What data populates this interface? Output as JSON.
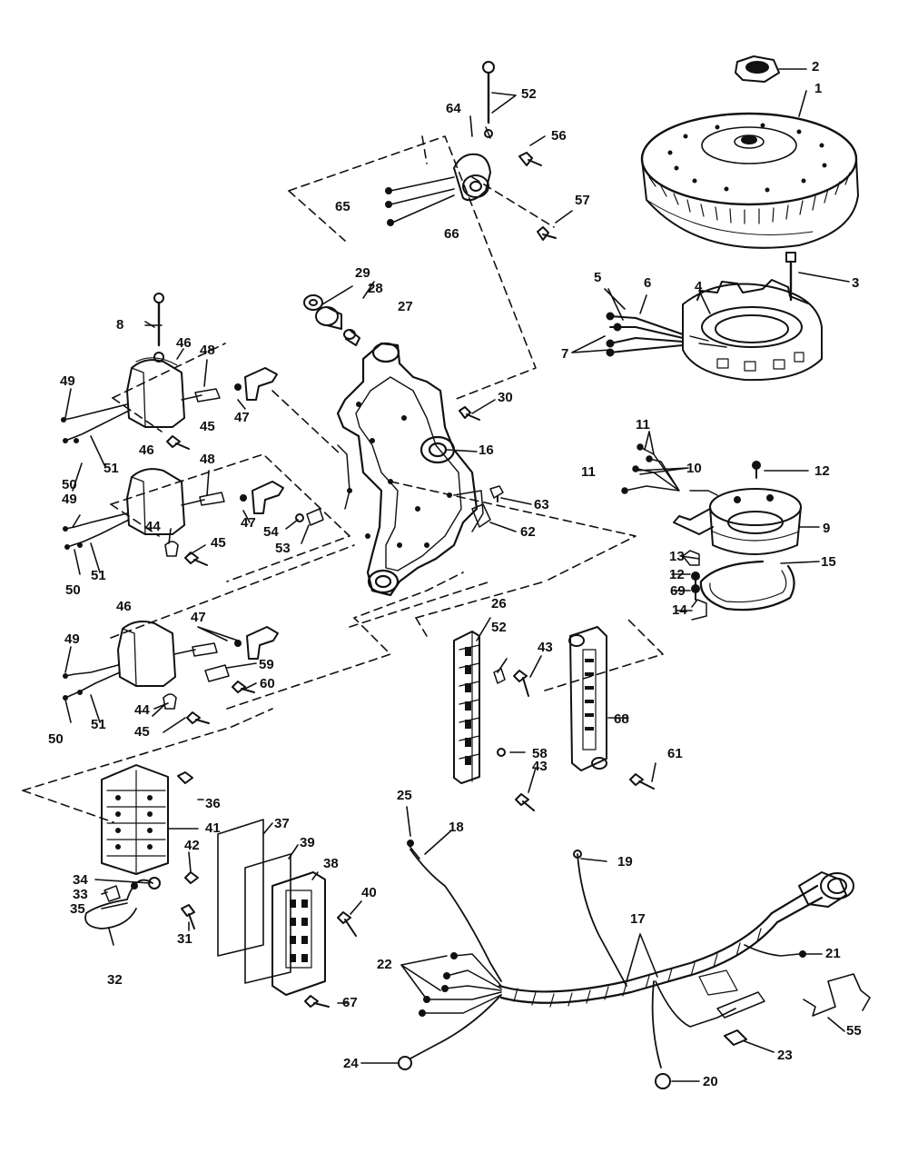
{
  "diagram": {
    "callouts": [
      "2",
      "1",
      "52",
      "56",
      "64",
      "65",
      "66",
      "57",
      "3",
      "5",
      "6",
      "4",
      "7",
      "29",
      "28",
      "27",
      "8",
      "46",
      "48",
      "49",
      "47",
      "45",
      "30",
      "16",
      "11",
      "10",
      "12",
      "50",
      "51",
      "9",
      "63",
      "62",
      "54",
      "53",
      "13",
      "15",
      "69",
      "14",
      "26",
      "43",
      "59",
      "60",
      "68",
      "58",
      "61",
      "25",
      "18",
      "19",
      "17",
      "21",
      "36",
      "41",
      "37",
      "39",
      "38",
      "42",
      "34",
      "33",
      "35",
      "31",
      "32",
      "40",
      "22",
      "67",
      "55",
      "23",
      "24",
      "20",
      "44"
    ]
  }
}
